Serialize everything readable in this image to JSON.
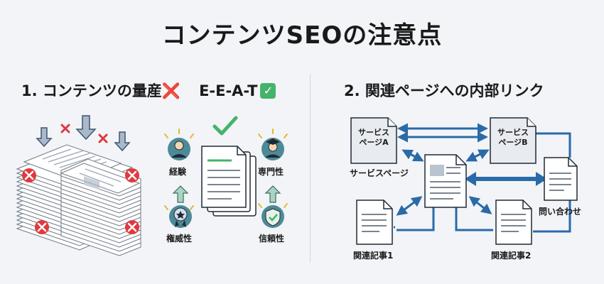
{
  "title": "コンテンツSEOの注意点",
  "left": {
    "heading": "1. コンテンツの量産",
    "heading_mark": "❌",
    "heading_eeat": "E-E-A-T",
    "heading_check": "✓",
    "labels": {
      "experience": "経験",
      "expertise": "専門性",
      "authority": "権威性",
      "trust": "信頼性"
    }
  },
  "right": {
    "heading": "2. 関連ページへの内部リンク",
    "doc_a": "サービス\nページA",
    "doc_b": "サービス\nページB",
    "service_page": "サービスページ",
    "contact": "問い合わせ",
    "article1": "関連記事1",
    "article2": "関連記事2"
  },
  "colors": {
    "accent_blue": "#2a6aa8",
    "error_red": "#e0393e",
    "ok_green": "#45b36b",
    "badge_teal": "#4d8a98"
  }
}
